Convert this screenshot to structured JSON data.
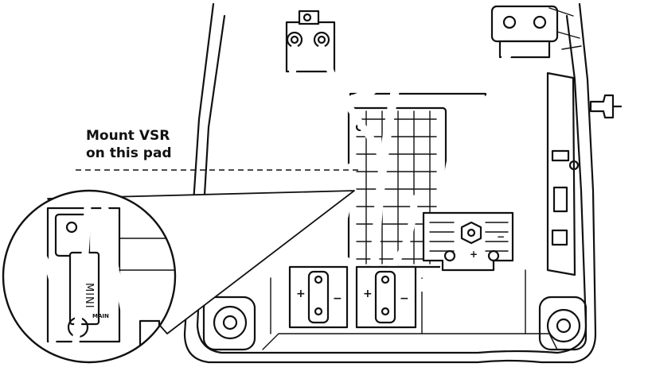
{
  "callout": {
    "line1": "Mount VSR",
    "line2": "on this pad"
  },
  "terminals": {
    "left_block": {
      "positive": "+",
      "negative": "−"
    },
    "center_block": {
      "positive": "+",
      "negative": "−"
    },
    "right_block": {
      "positive": "+",
      "negative": "−"
    }
  },
  "inset": {
    "component_label": "MINI",
    "sublabel": "MAIN"
  },
  "colors": {
    "ink": "#111111",
    "background": "#ffffff"
  }
}
